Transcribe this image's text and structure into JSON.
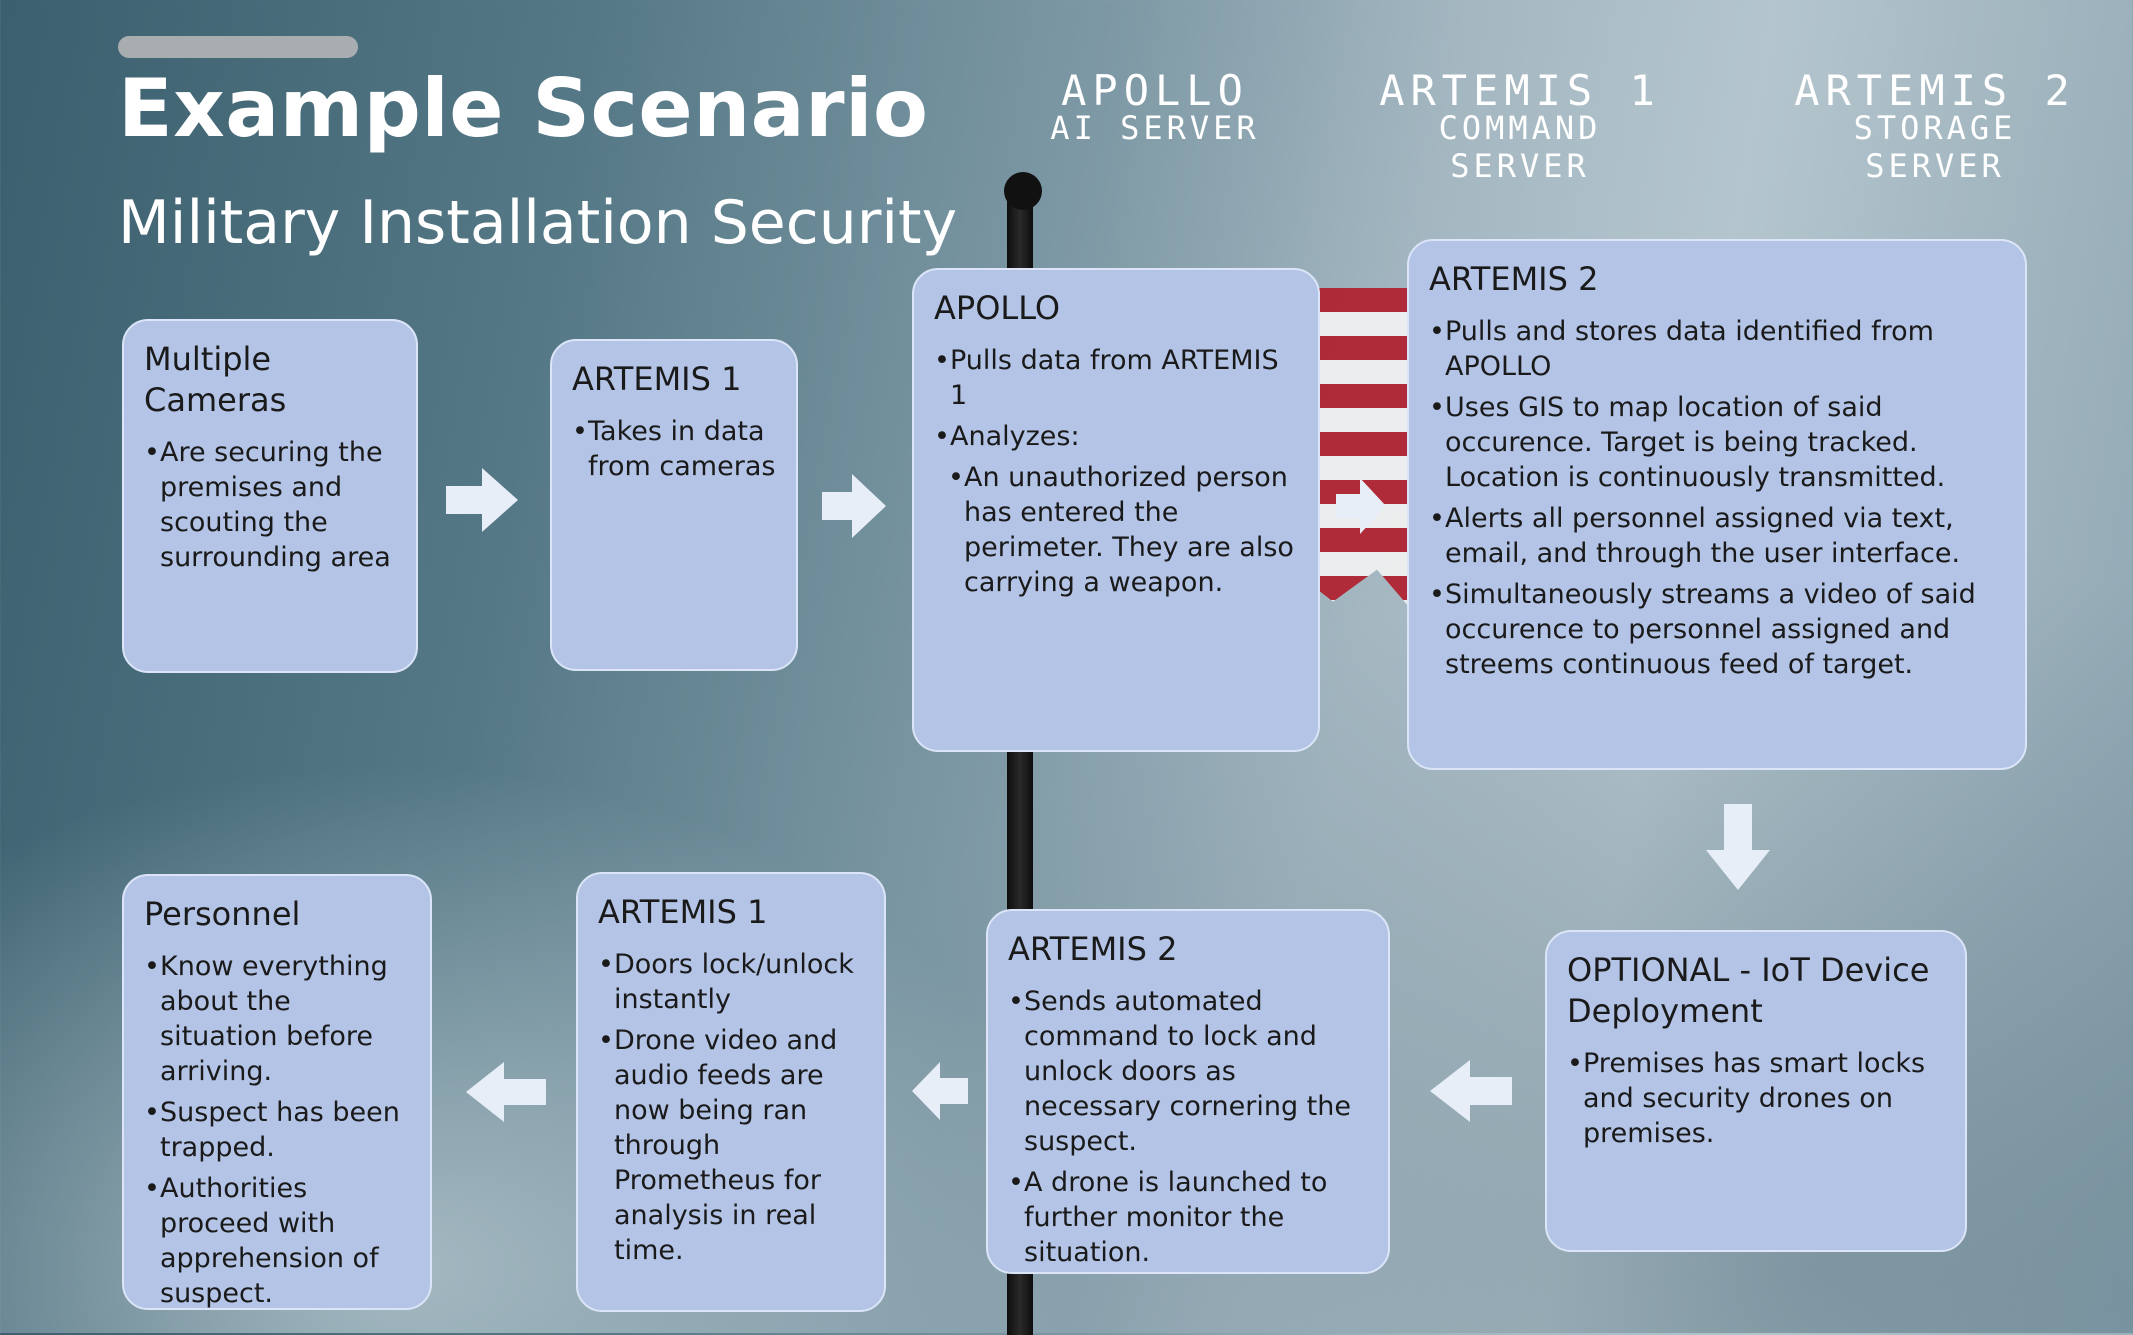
{
  "header": {
    "title": "Example Scenario",
    "subtitle": "Military Installation Security"
  },
  "servers": [
    {
      "name": "APOLLO",
      "role": "AI SERVER"
    },
    {
      "name": "ARTEMIS 1",
      "role": "COMMAND SERVER"
    },
    {
      "name": "ARTEMIS 2",
      "role": "STORAGE SERVER"
    }
  ],
  "boxes": {
    "cameras": {
      "title": "Multiple Cameras",
      "bullets": [
        "Are securing the premises and scouting the surrounding area"
      ]
    },
    "artemis1_top": {
      "title": "ARTEMIS 1",
      "bullets": [
        "Takes in data from cameras"
      ]
    },
    "apollo": {
      "title": "APOLLO",
      "bullets": [
        "Pulls data from ARTEMIS 1",
        "Analyzes:"
      ],
      "sub_bullets": [
        "An unauthorized person has entered the perimeter. They are also carrying a weapon."
      ]
    },
    "artemis2_top": {
      "title": "ARTEMIS 2",
      "bullets": [
        "Pulls and stores data identified from APOLLO",
        "Uses GIS to map location of said occurence. Target is being tracked. Location is continuously transmitted.",
        "Alerts all personnel assigned via text, email, and through the user interface.",
        "Simultaneously streams a video of said occurence to personnel assigned and streems continuous feed of target."
      ]
    },
    "iot": {
      "title": "OPTIONAL - IoT Device Deployment",
      "bullets": [
        "Premises has smart locks and security drones on premises."
      ]
    },
    "artemis2_bottom": {
      "title": "ARTEMIS 2",
      "bullets": [
        "Sends automated command to lock and unlock doors as necessary cornering the suspect.",
        "A drone is launched to further monitor the situation."
      ]
    },
    "artemis1_bottom": {
      "title": "ARTEMIS 1",
      "bullets": [
        "Doors lock/unlock instantly",
        "Drone video and audio feeds are now being ran through Prometheus for analysis in real time."
      ]
    },
    "personnel": {
      "title": "Personnel",
      "bullets": [
        "Know everything about the situation before arriving.",
        "Suspect has been trapped.",
        "Authorities proceed with apprehension of suspect."
      ]
    }
  },
  "colors": {
    "box_fill": "#b3c4e6",
    "box_border": "#dbe5f7",
    "arrow_fill": "#e8eef8",
    "title_text": "#ffffff"
  }
}
